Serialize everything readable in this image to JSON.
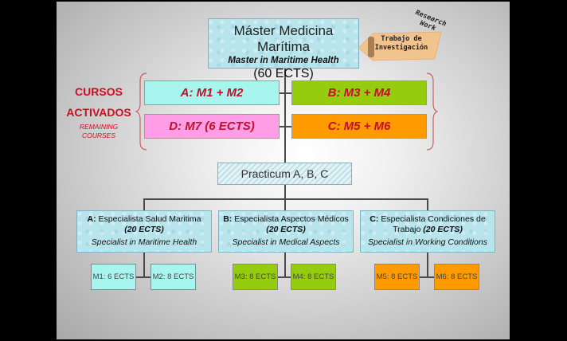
{
  "colors": {
    "cyan": "#a8f5f0",
    "green": "#96cc0e",
    "pink": "#ff9ee6",
    "orange": "#ff9a00",
    "title_red": "#c81020",
    "spec_blue": "#b8e4ec"
  },
  "main": {
    "title": "Máster Medicina Marítima",
    "subtitle": "Master in Maritime Health",
    "ects": "(60 ECTS)"
  },
  "note": {
    "line1": "Trabajo de",
    "line2": "Investigación",
    "english1": "Research",
    "english2": "Work"
  },
  "activated": {
    "line1": "CURSOS",
    "line2": "ACTIVADOS",
    "remaining1": "REMAINING",
    "remaining2": "COURSES"
  },
  "courses": [
    {
      "label": "A: M1 + M2"
    },
    {
      "label": "B: M3 + M4"
    },
    {
      "label": "D: M7 (6 ECTS)"
    },
    {
      "label": "C: M5 + M6"
    }
  ],
  "practicum": "Practicum A, B, C",
  "specialties": [
    {
      "letter": "A:",
      "name": "Especialista Salud Maritima",
      "ects": "(20 ECTS)",
      "english": "Specialist in Maritime Health"
    },
    {
      "letter": "B:",
      "name": "Especialista Aspectos Médicos",
      "ects": "(20 ECTS)",
      "english": "Specialist in Medical Aspects"
    },
    {
      "letter": "C:",
      "name": "Especialista Condiciones de Trabajo",
      "ects": "(20 ECTS)",
      "english": "Specialist in Working Conditions"
    }
  ],
  "modules": [
    {
      "label": "M1: 6 ECTS"
    },
    {
      "label": "M2: 8 ECTS"
    },
    {
      "label": "M3: 8 ECTS"
    },
    {
      "label": "M4: 8 ECTS"
    },
    {
      "label": "M5: 8 ECTS"
    },
    {
      "label": "M6: 8 ECTS"
    }
  ]
}
